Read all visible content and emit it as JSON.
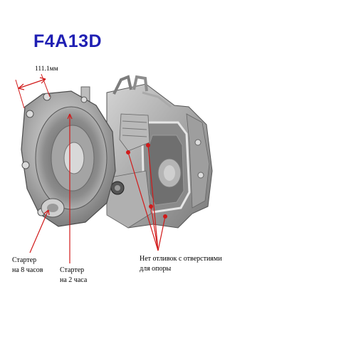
{
  "title": "F4A13D",
  "measurement": "111.1мм",
  "annotations": {
    "starter_8": [
      "Стартер",
      "на 8 часов"
    ],
    "starter_2": [
      "Стартер",
      "на 2 часа"
    ],
    "no_casting": [
      "Нет отливок с отверстиями",
      "для опоры"
    ]
  },
  "colors": {
    "title": "#1f1fb3",
    "annotation_line": "#d11a1a",
    "casting_light": "#c8c8c8",
    "casting_dark": "#4a4a4a"
  }
}
